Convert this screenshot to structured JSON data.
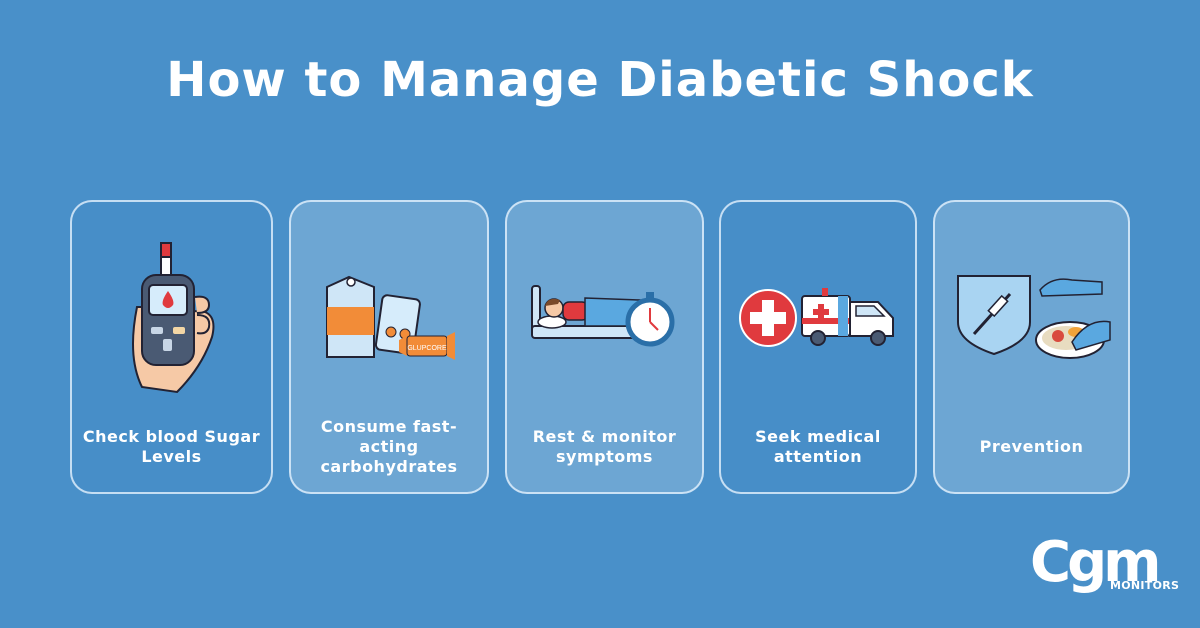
{
  "title": "How to Manage Diabetic Shock",
  "cards": [
    {
      "label": "Check blood Sugar Levels",
      "icon": "glucometer-in-hand-icon"
    },
    {
      "label": "Consume fast-acting carbohydrates",
      "icon": "juice-and-glucose-tablets-icon",
      "candy_text": "GLUPCORE"
    },
    {
      "label": "Rest & monitor symptoms",
      "icon": "person-resting-with-stopwatch-icon"
    },
    {
      "label": "Seek medical attention",
      "icon": "medical-cross-and-ambulance-icon"
    },
    {
      "label": "Prevention",
      "icon": "shield-syringe-shoes-plate-icon"
    }
  ],
  "logo": {
    "main": "Cgm",
    "sub": "MONITORS"
  },
  "colors": {
    "background": "#4990c9",
    "accent_red": "#e03a3e",
    "accent_orange": "#f28c38"
  }
}
